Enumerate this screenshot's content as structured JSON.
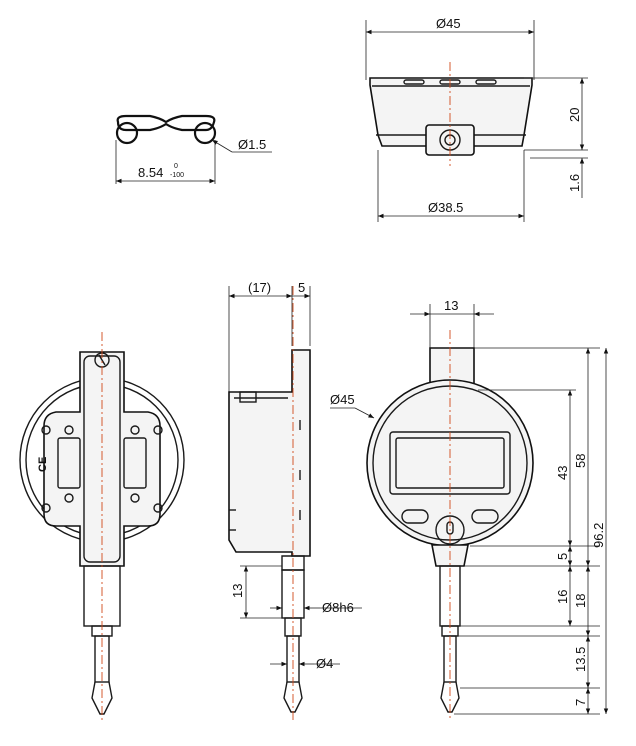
{
  "dimensions": {
    "d_outer_top": "Ø45",
    "d_inner_top": "Ø38.5",
    "h_20": "20",
    "h_1_6": "1.6",
    "d_wire": "Ø1.5",
    "w_clip": "8.54",
    "tol_upper": "0",
    "tol_lower": "-100",
    "w_17": "(17)",
    "w_5": "5",
    "w_13": "13",
    "d_body": "Ø45",
    "h_58": "58",
    "h_43": "43",
    "h_96_2": "96.2",
    "h_5_front": "5",
    "h_16": "16",
    "h_18": "18",
    "h_13_5": "13.5",
    "h_7": "7",
    "h_13_side": "13",
    "d_stem": "Ø8h6",
    "d_tip": "Ø4"
  },
  "icons": {
    "ce_mark": "CE"
  }
}
